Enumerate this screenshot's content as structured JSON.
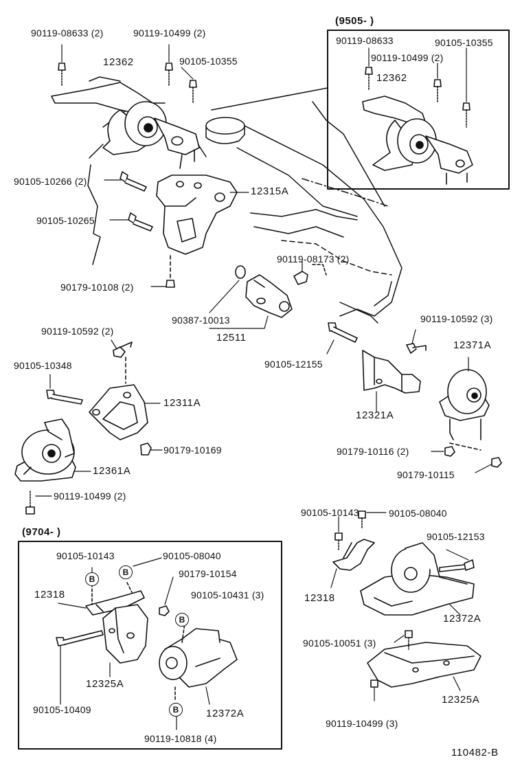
{
  "diagram": {
    "reference_number": "110482-B",
    "detail_box_top": {
      "header": "(9505-      )"
    },
    "detail_box_bottom": {
      "header": "(9704-      )"
    },
    "callout_marker": "B",
    "labels": {
      "bolt_90119_08633_main": "90119-08633 (2)",
      "bolt_90119_10499_main": "90119-10499 (2)",
      "part_12362_main": "12362",
      "bolt_90105_10355_main": "90105-10355",
      "bolt_90105_10266": "90105-10266 (2)",
      "part_12315A": "12315A",
      "bolt_90105_10265": "90105-10265",
      "bolt_90119_08173": "90119-08173 (2)",
      "nut_90179_10108": "90179-10108 (2)",
      "part_90387_10013": "90387-10013",
      "part_12511": "12511",
      "bolt_90119_10592_left": "90119-10592 (2)",
      "bolt_90105_10348": "90105-10348",
      "part_12311A": "12311A",
      "nut_90179_10169": "90179-10169",
      "part_12361A": "12361A",
      "bolt_90119_10499_lower": "90119-10499 (2)",
      "bolt_90105_12155": "90105-12155",
      "bolt_90119_10592_right": "90119-10592 (3)",
      "part_12371A": "12371A",
      "part_12321A": "12321A",
      "nut_90179_10116": "90179-10116 (2)",
      "nut_90179_10115": "90179-10115",
      "box1_bolt_90119_08633": "90119-08633",
      "box1_bolt_90105_10355": "90105-10355",
      "box1_bolt_90119_10499": "90119-10499 (2)",
      "box1_part_12362": "12362",
      "bolt_90105_10143_right": "90105-10143",
      "bolt_90105_08040_right": "90105-08040",
      "bolt_90105_12153": "90105-12153",
      "part_12318_right": "12318",
      "part_12372A_right": "12372A",
      "bolt_90105_10051": "90105-10051 (3)",
      "part_12325A_right": "12325A",
      "bolt_90119_10499_right": "90119-10499 (3)",
      "box2_bolt_90105_10143": "90105-10143",
      "box2_bolt_90105_08040": "90105-08040",
      "box2_nut_90179_10154": "90179-10154",
      "box2_bolt_90105_10431": "90105-10431 (3)",
      "box2_part_12318": "12318",
      "box2_part_12325A": "12325A",
      "box2_bolt_90105_10409": "90105-10409",
      "box2_part_12372A": "12372A",
      "box2_bolt_90119_10818": "90119-10818 (4)"
    }
  }
}
